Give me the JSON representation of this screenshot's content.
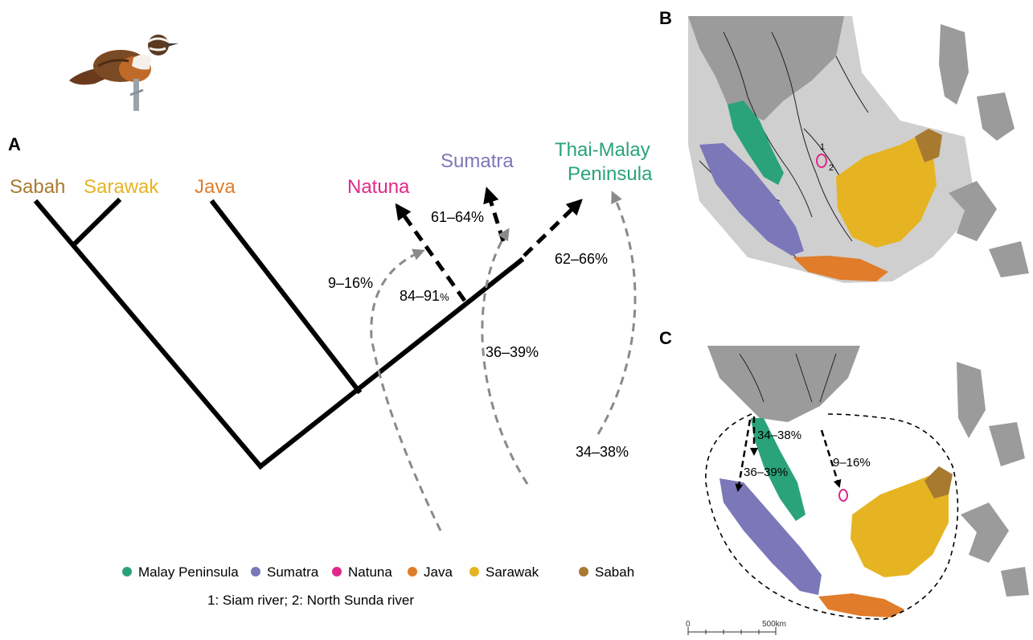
{
  "panels": {
    "a": "A",
    "b": "B",
    "c": "C"
  },
  "colors": {
    "malay": "#2aa37a",
    "sumatra": "#7b77b9",
    "natuna": "#e0288a",
    "java": "#e07c2a",
    "sarawak": "#e6b422",
    "sabah": "#a87a30",
    "land_dark": "#9b9b9b",
    "land_light": "#cfcfcf"
  },
  "taxa": {
    "sabah": "Sabah",
    "sarawak": "Sarawak",
    "java": "Java",
    "natuna": "Natuna",
    "sumatra": "Sumatra",
    "thai_line1": "Thai-Malay",
    "thai_line2": "Peninsula"
  },
  "percentages": {
    "p9_16": "9–16%",
    "p84_91": "84–91",
    "p84_91_pct": "%",
    "p61_64": "61–64%",
    "p62_66": "62–66%",
    "p36_39": "36–39%",
    "p34_38": "34–38%"
  },
  "map_c": {
    "p34_38": "34–38%",
    "p36_39": "36–39%",
    "p9_16": "9–16%",
    "scale_zero": "0",
    "scale_500": "500km"
  },
  "map_b": {
    "river1": "1",
    "river2": "2"
  },
  "legend": {
    "items": [
      {
        "label": "Malay Peninsula",
        "color": "#2aa37a"
      },
      {
        "label": "Sumatra",
        "color": "#7b77b9"
      },
      {
        "label": "Natuna",
        "color": "#e0288a"
      },
      {
        "label": "Java",
        "color": "#e07c2a"
      },
      {
        "label": "Sarawak",
        "color": "#e6b422"
      },
      {
        "label": "Sabah",
        "color": "#a87a30"
      }
    ],
    "note": "1: Siam river; 2: North Sunda river"
  }
}
